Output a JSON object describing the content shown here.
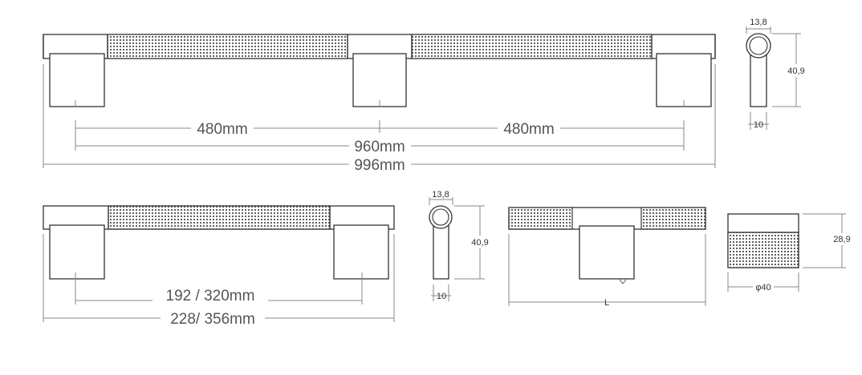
{
  "large_handle": {
    "dim_segment_left": "480mm",
    "dim_segment_right": "480mm",
    "dim_center": "960mm",
    "dim_overall": "996mm"
  },
  "large_side": {
    "dim_top": "13,8",
    "dim_height": "40,9",
    "dim_bottom": "10"
  },
  "small_handle": {
    "dim_center": "192 / 320mm",
    "dim_overall": "228/ 356mm"
  },
  "small_side": {
    "dim_top": "13,8",
    "dim_height": "40,9",
    "dim_bottom": "10"
  },
  "tbar": {
    "dim_length": "L"
  },
  "knob": {
    "dim_height": "28,9",
    "dim_diameter": "φ40"
  },
  "colors": {
    "line": "#333333",
    "dimension": "#888888",
    "knurl": "#333333"
  }
}
